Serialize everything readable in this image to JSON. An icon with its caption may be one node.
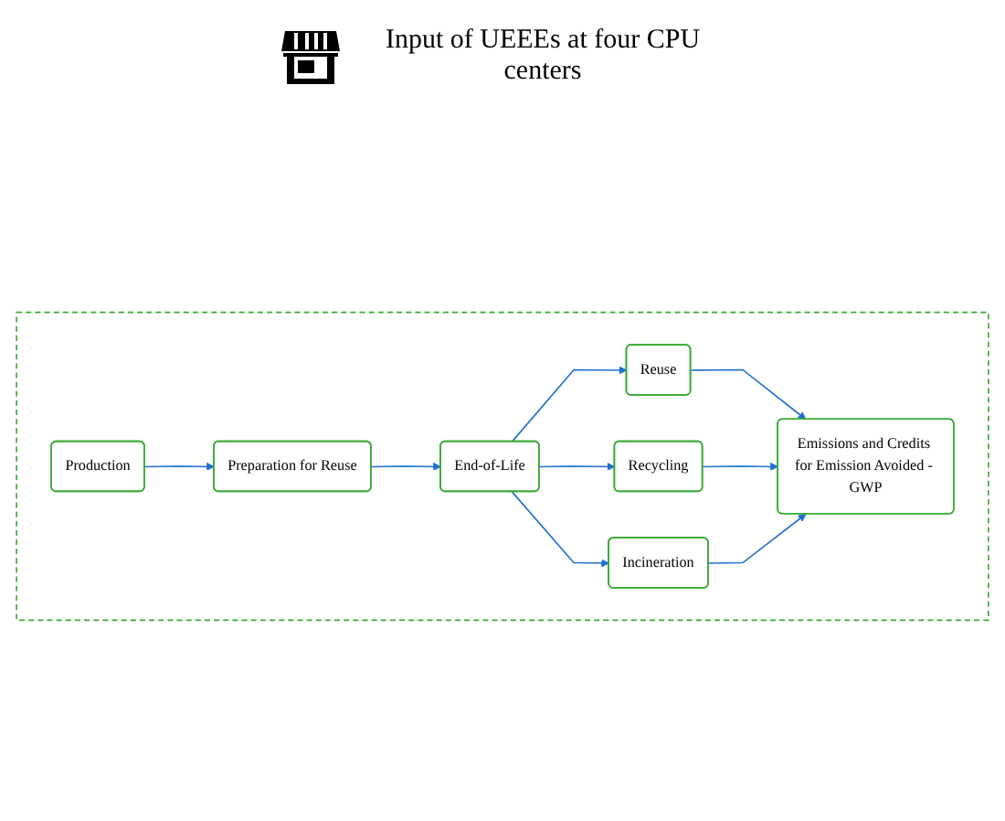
{
  "diagram": {
    "nodes": [
      {
        "text": [],
        "shape": "box"
      },
      {
        "text": [
          "Production"
        ],
        "in": 0
      },
      {
        "text": [
          "Preparation for Reuse"
        ],
        "in": 0
      },
      {
        "text": [
          "End-of-Life"
        ],
        "in": 0
      },
      {
        "text": [
          "Reuse"
        ],
        "in": 0
      },
      {
        "text": [
          "Recycling"
        ],
        "in": 0
      },
      {
        "text": [
          "Incineration"
        ],
        "in": 0
      },
      {
        "text": [
          "Emissions and Credits for Emission Avoided - GWP"
        ],
        "in": 0
      }
    ],
    "edges": [
      {
        "from": 1,
        "to": 2,
        "arrow": "to"
      },
      {
        "from": 2,
        "to": 3,
        "arrow": "to"
      },
      {
        "from": 3,
        "to": 4,
        "arrow": "to"
      },
      {
        "from": 3,
        "to": 5,
        "arrow": "to"
      },
      {
        "from": 3,
        "to": 6,
        "arrow": "to"
      },
      {
        "from": 4,
        "to": 7,
        "arrow": "to"
      },
      {
        "from": 5,
        "to": 7,
        "arrow": "to"
      },
      {
        "from": 6,
        "to": 7,
        "arrow": "to"
      }
    ],
    "labels": [
      "Input of UEEEs at four CPU centers"
    ]
  }
}
